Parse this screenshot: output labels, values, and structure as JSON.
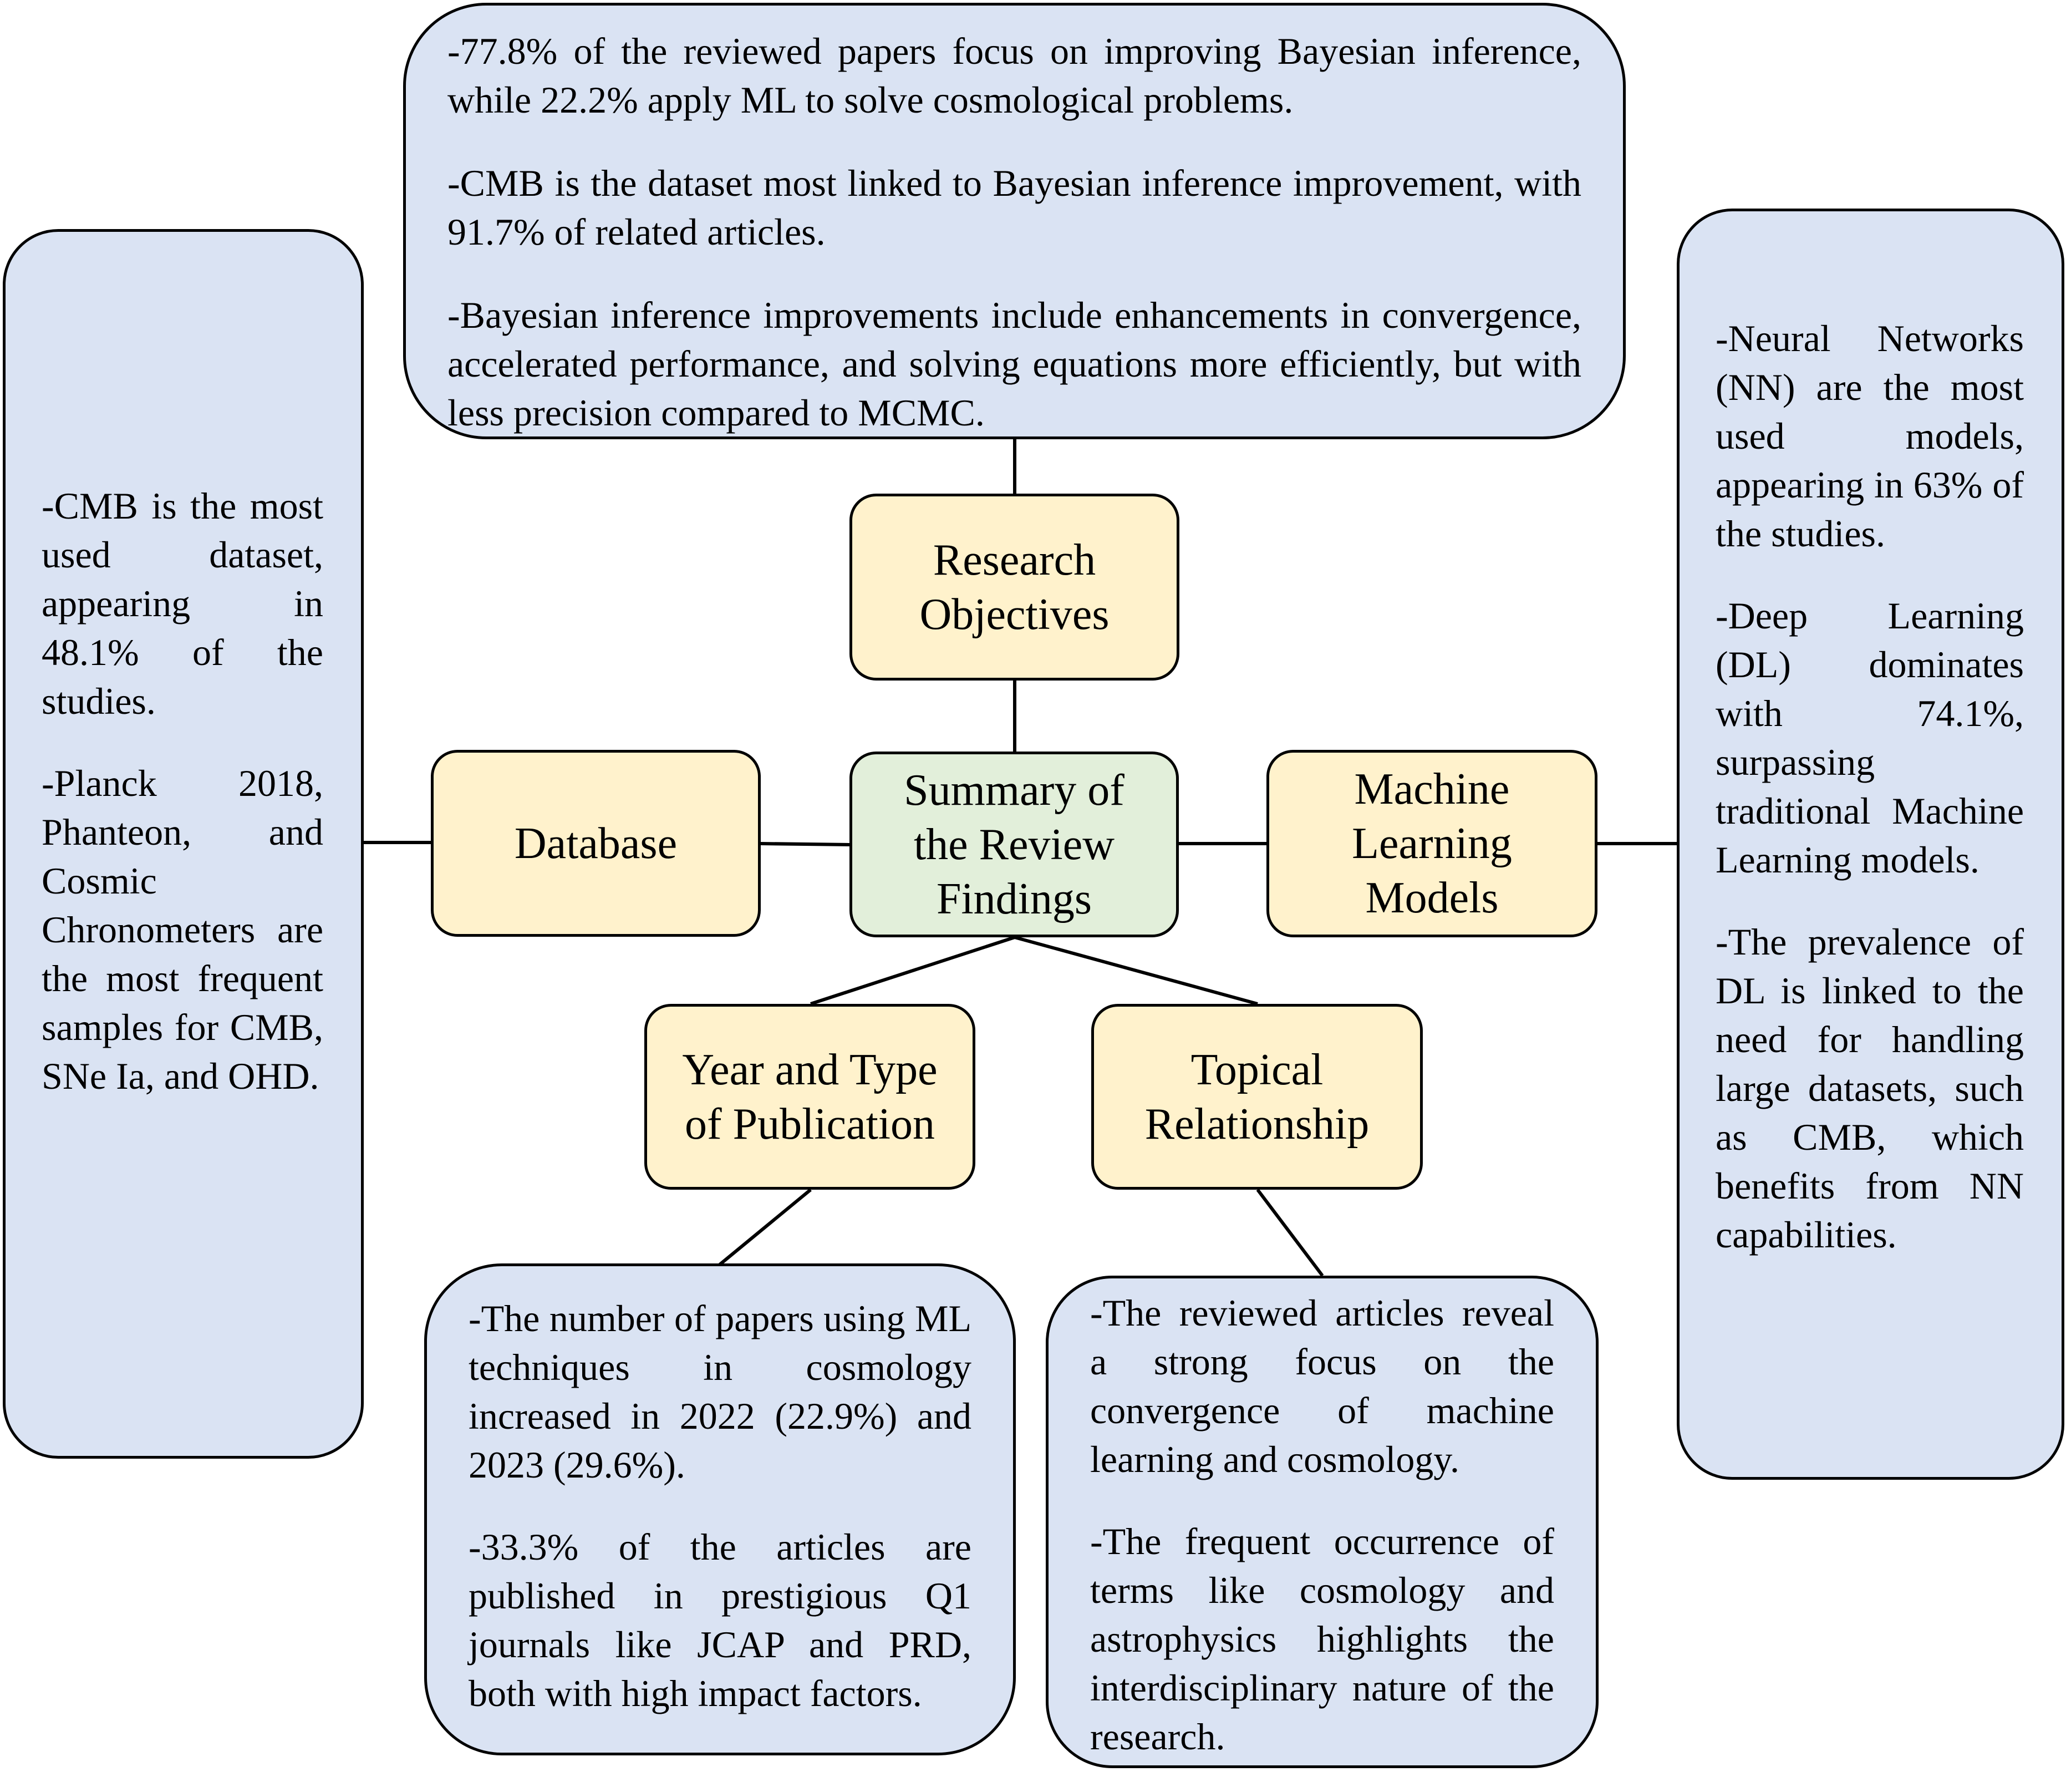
{
  "nodes": {
    "center": "Summary of\nthe Review\nFindings",
    "research_objectives": "Research\nObjectives",
    "database": "Database",
    "machine_learning_models": "Machine\nLearning\nModels",
    "year_and_type": "Year and Type\nof Publication",
    "topical_relationship": "Topical\nRelationship"
  },
  "notes": {
    "research_objectives": [
      "-77.8% of the reviewed papers focus on improving Bayesian inference, while 22.2% apply ML to solve cosmological problems.",
      "-CMB is the dataset most linked to Bayesian inference improvement, with 91.7% of related articles.",
      "-Bayesian inference improvements include enhancements in convergence, accelerated performance, and solving equations more efficiently, but with less precision compared to MCMC."
    ],
    "database": [
      "-CMB is the most used dataset, appearing in 48.1% of the studies.",
      "-Planck 2018, Phanteon, and Cosmic Chronometers are the most frequent samples for CMB, SNe Ia, and OHD."
    ],
    "machine_learning_models": [
      "-Neural Networks (NN) are the most used models, appearing in 63% of the studies.",
      "-Deep Learning (DL) dominates with 74.1%, surpassing traditional Machine Learning models.",
      "-The prevalence of DL is linked to the need for handling large datasets, such as CMB, which benefits from NN capabilities."
    ],
    "year_and_type": [
      "-The number of papers using ML techniques in cosmology increased in 2022 (22.9%) and 2023 (29.6%).",
      "-33.3% of the articles are published in prestigious Q1 journals like JCAP and PRD, both with high impact factors."
    ],
    "topical_relationship": [
      "-The reviewed articles reveal a strong focus on the convergence of machine learning and cosmology.",
      "-The frequent occurrence of terms like cosmology and astrophysics highlights the interdisciplinary nature of the research."
    ]
  },
  "colors": {
    "center_fill": "#e2efda",
    "category_fill": "#fff2cc",
    "note_fill": "#dae3f3",
    "stroke": "#000000"
  }
}
